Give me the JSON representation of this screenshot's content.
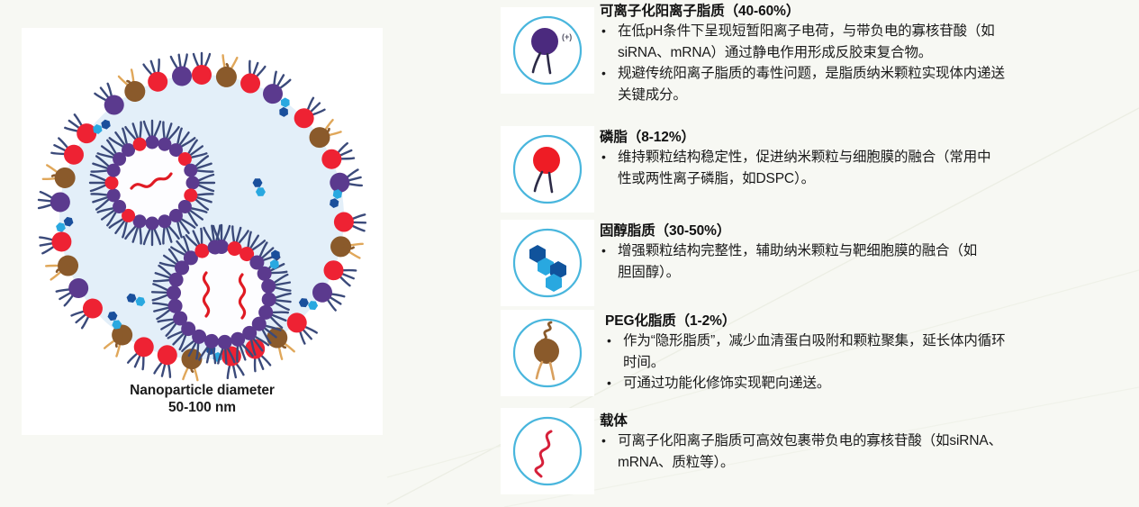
{
  "figure": {
    "caption_line1": "Nanoparticle diameter",
    "caption_line2": "50-100 nm",
    "alt_title": "lipid-nanoparticle-cross-section",
    "colors": {
      "core": "#e3eff9",
      "ionizable_head": "#5b3a8e",
      "phospholipid_head": "#ee2233",
      "peg_head": "#8a5a2b",
      "cholesterol_dark": "#1a4f9c",
      "cholesterol_light": "#29a8e0",
      "nucleic_acid": "#e01b24",
      "tail_blue": "#3b4a7a",
      "tail_tan": "#e0a75a"
    }
  },
  "components": [
    {
      "id": "ionizable-cationic-lipid",
      "icon": "ionizable-lipid-icon",
      "icon_charge_label": "(+)",
      "heading": "可离子化阳离子脂质（40-60%）",
      "bullets": [
        {
          "line1": "在低pH条件下呈现短暂阳离子电荷，与带负电的寡核苷酸（如",
          "line2": "siRNA、mRNA）通过静电作用形成反胶束复合物。"
        },
        {
          "line1": "规避传统阳离子脂质的毒性问题，是脂质纳米颗粒实现体内递送",
          "line2": "关键成分。"
        }
      ]
    },
    {
      "id": "phospholipid",
      "icon": "phospholipid-icon",
      "icon_charge_label": "",
      "heading": "磷脂（8-12%）",
      "bullets": [
        {
          "line1": "维持颗粒结构稳定性，促进纳米颗粒与细胞膜的融合（常用中",
          "line2": "性或两性离子磷脂，如DSPC）。"
        }
      ]
    },
    {
      "id": "sterol-lipid",
      "icon": "cholesterol-icon",
      "icon_charge_label": "",
      "heading": "固醇脂质（30-50%）",
      "bullets": [
        {
          "line1": "增强颗粒结构完整性，辅助纳米颗粒与靶细胞膜的融合（如",
          "line2": "胆固醇）。"
        }
      ]
    },
    {
      "id": "pegylated-lipid",
      "icon": "peg-lipid-icon",
      "icon_charge_label": "",
      "heading": "PEG化脂质（1-2%）",
      "bullets": [
        {
          "line1": "作为“隐形脂质”，减少血清蛋白吸附和颗粒聚集，延长体内循环",
          "line2": "时间。"
        },
        {
          "line1": "可通过功能化修饰实现靶向递送。",
          "line2": ""
        }
      ]
    },
    {
      "id": "cargo",
      "icon": "nucleic-acid-icon",
      "icon_charge_label": "",
      "heading": "载体",
      "bullets": [
        {
          "line1": "可离子化阳离子脂质可高效包裹带负电的寡核苷酸（如siRNA、",
          "line2": "mRNA、质粒等）。"
        }
      ]
    }
  ]
}
